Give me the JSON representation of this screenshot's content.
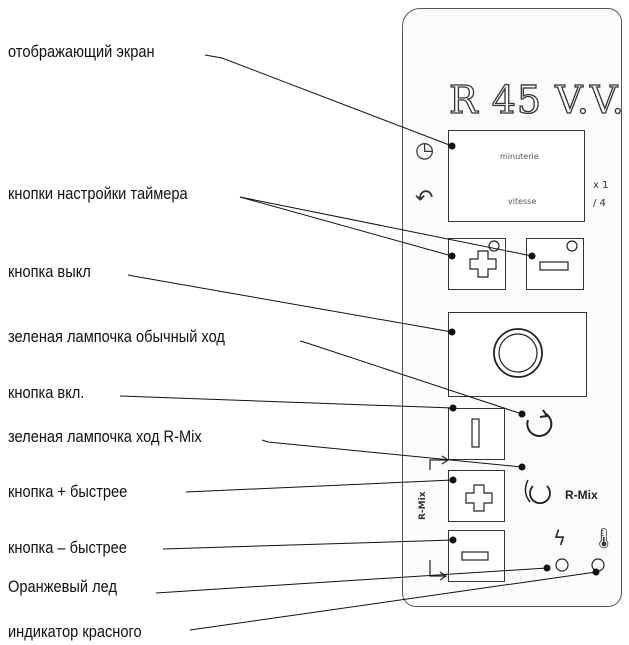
{
  "labels": {
    "display_screen": "отображающий экран",
    "timer_buttons": "кнопки настройки таймера",
    "off_button": "кнопка выкл",
    "green_lamp_normal": "зеленая лампочка обычный ход",
    "on_button": "кнопка вкл.",
    "green_lamp_rmix": "зеленая лампочка ход R-Mix",
    "plus_faster": "кнопка + быстрее",
    "minus_faster": "кнопка – быстрее",
    "orange_led": "Оранжевый лед",
    "red_indicator": "индикатор красного"
  },
  "panel": {
    "model": "R 45 V.V.",
    "screen_top": "minuterie",
    "screen_bottom": "vitesse",
    "rmix_text": "R-Mix",
    "rmix_side": "R-Mix",
    "speed_x1": "x 1",
    "speed_x4": "/ 4"
  },
  "icons": [
    "clock-icon",
    "speed-icon",
    "plus-icon",
    "minus-icon",
    "power-button-icon",
    "rotation-icon",
    "rmix-rotation-icon",
    "lightning-icon",
    "thermometer-icon"
  ]
}
